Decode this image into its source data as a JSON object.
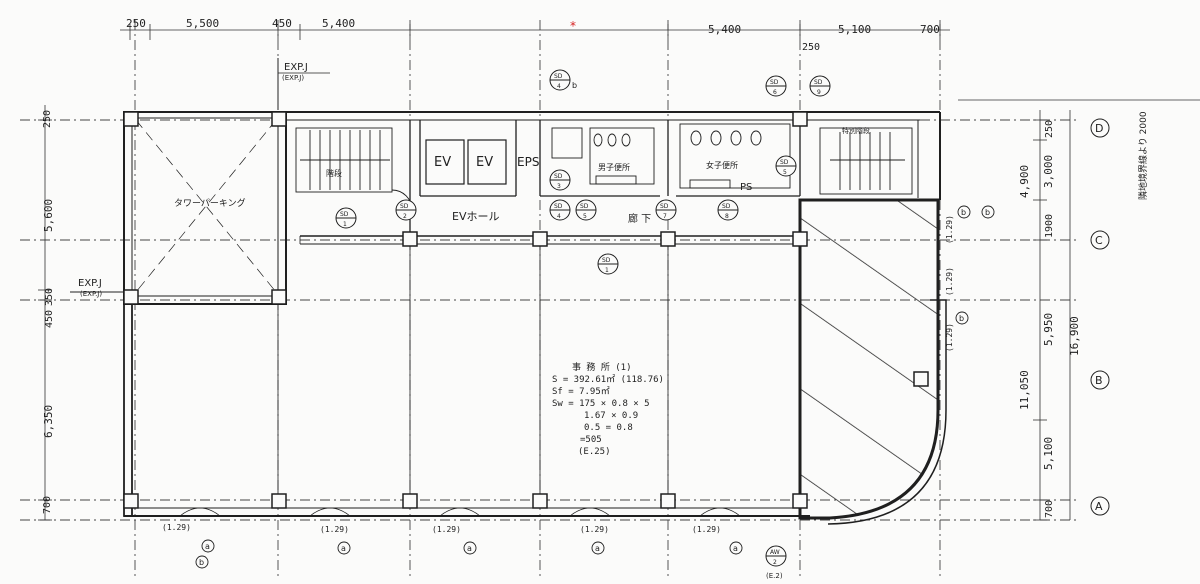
{
  "top_dims": {
    "d1": "250",
    "d2": "5,500",
    "d3": "450",
    "d4": "5,400",
    "d5": "5,400",
    "d6": "5,100",
    "d7": "700",
    "d8": "250"
  },
  "left_dims": {
    "d1": "250",
    "d2": "5,600",
    "d3": "350",
    "d4": "450",
    "d5": "6,350",
    "d6": "700"
  },
  "right_dims": {
    "d1": "250",
    "d2": "3,000",
    "d3": "4,900",
    "d4": "1900",
    "d5": "5,950",
    "d6": "11,050",
    "d7": "16,900",
    "d8": "5,100",
    "d9": "700"
  },
  "side_note": "隣地境界線より 2000",
  "grid_labels": {
    "D": "D",
    "C": "C",
    "B": "B",
    "A": "A"
  },
  "expj": {
    "top": "EXP.J",
    "top_sub": "(EXP.J)",
    "left": "EXP.J",
    "left_sub": "(EXP.J)"
  },
  "rooms": {
    "tower_parking": "タワーパーキング",
    "ev1": "EV",
    "ev2": "EV",
    "eps": "EPS",
    "ev_hall": "EVホール",
    "corridor": "廊 下",
    "mens_wc": "男子便所",
    "womens_wc": "女子便所",
    "ps": "PS",
    "stair_right": "特別階段",
    "stair_left_label": "階段"
  },
  "area_notes": {
    "line1": "事 務 所 (1)",
    "line2": "S  =  392.61㎡ (118.76)",
    "line3": "Sf  =  7.95㎡",
    "line4": "Sw =  175 × 0.8 × 5",
    "line5": "1.67 × 0.9",
    "line6": "0.5 = 0.8",
    "line7": "=505",
    "line8": "(E.25)"
  },
  "tags": {
    "t1": {
      "top": "SD",
      "bot": "4",
      "letter": "b"
    },
    "t2": {
      "top": "SD",
      "bot": "6"
    },
    "t3": {
      "top": "SD",
      "bot": "9"
    },
    "t4": {
      "top": "SD",
      "bot": "1"
    },
    "t5": {
      "top": "SD",
      "bot": "2"
    },
    "t6": {
      "top": "SD",
      "bot": "3"
    },
    "t7": {
      "top": "SD",
      "bot": "4"
    },
    "t8": {
      "top": "SD",
      "bot": "5"
    },
    "t9": {
      "top": "SD",
      "bot": "1"
    },
    "t10": {
      "top": "SD",
      "bot": "7"
    },
    "t11": {
      "top": "SD",
      "bot": "5"
    },
    "t12": {
      "top": "SD",
      "bot": "8"
    },
    "t13": {
      "top": "AW",
      "bot": "2"
    }
  },
  "window_labels": {
    "w1": "(1.29)",
    "w2": "(1.29)",
    "w3": "(1.29)",
    "w4": "(1.29)",
    "w5": "(1.29)",
    "w6": "(1.29)",
    "w7": "(1.29)",
    "w8": "(1.29)"
  },
  "circle_letters": {
    "c1": "a",
    "c2": "b",
    "c3": "a",
    "c4": "a",
    "c5": "a",
    "c6": "a",
    "c7": "b",
    "c8": "b",
    "c9": "b"
  },
  "bottom_tag_sub": "(E.2)",
  "colors": {
    "ink": "#1f1f1f",
    "hatch": "#2a2a2a",
    "paper": "#fbfbfa",
    "mark": "#d62020"
  }
}
